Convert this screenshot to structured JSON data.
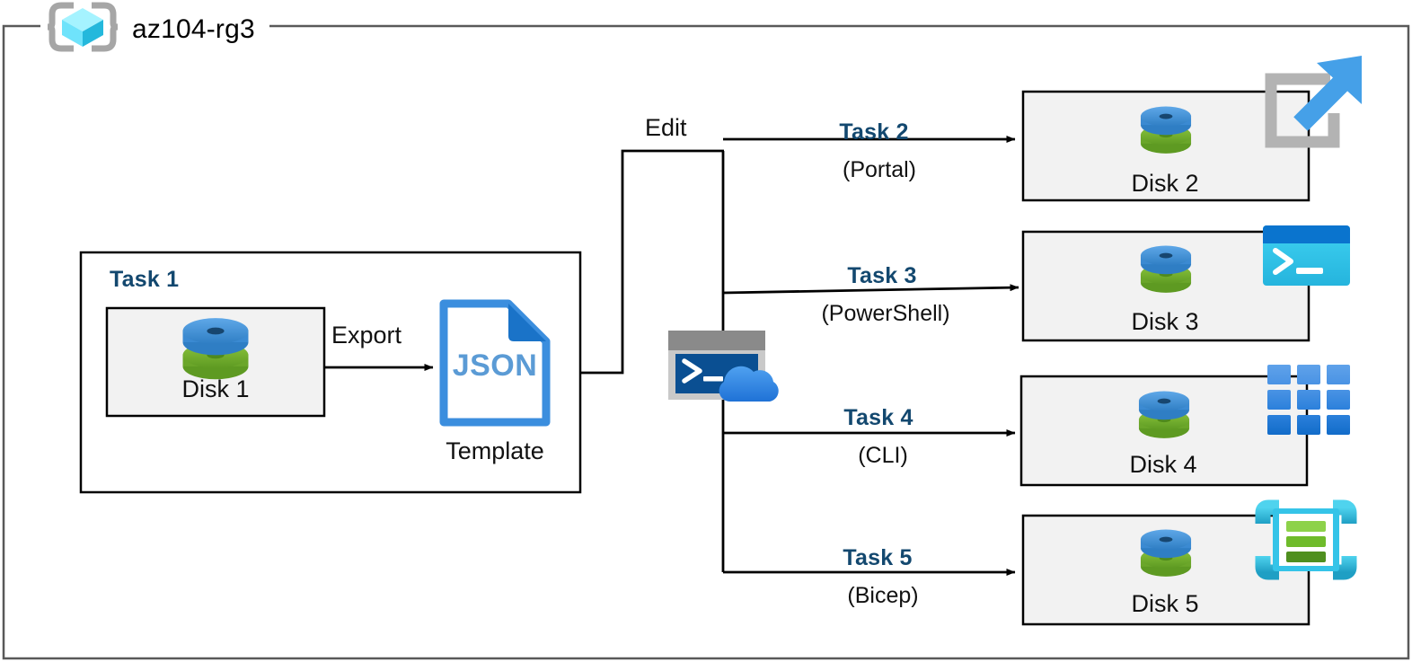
{
  "diagram": {
    "type": "azure-architecture-flow",
    "resource_group": {
      "name": "az104-rg3",
      "icon": "resource-group-cube-icon"
    },
    "task1": {
      "label": "Task 1",
      "disk": {
        "label": "Disk 1",
        "icon": "managed-disk-icon"
      },
      "edge_label": "Export",
      "template": {
        "file_type": "JSON",
        "caption": "Template",
        "icon": "json-file-icon"
      }
    },
    "edit": {
      "label": "Edit",
      "shell": {
        "icon": "cloud-shell-icon"
      }
    },
    "branches": [
      {
        "task": "Task 2",
        "tool": "(Portal)",
        "disk": "Disk 2",
        "tool_icon": "azure-portal-icon",
        "disk_icon": "managed-disk-icon"
      },
      {
        "task": "Task 3",
        "tool": "(PowerShell)",
        "disk": "Disk 3",
        "tool_icon": "powershell-icon",
        "disk_icon": "managed-disk-icon"
      },
      {
        "task": "Task 4",
        "tool": "(CLI)",
        "disk": "Disk 4",
        "tool_icon": "azure-cli-grid-icon",
        "disk_icon": "managed-disk-icon"
      },
      {
        "task": "Task 5",
        "tool": "(Bicep)",
        "disk": "Disk 5",
        "tool_icon": "bicep-icon",
        "disk_icon": "managed-disk-icon"
      }
    ],
    "colors": {
      "task_heading": "#13486f",
      "box_fill": "#f2f2f2",
      "box_stroke": "#000000",
      "outer_stroke": "#595959",
      "connector": "#000000",
      "disk_blue": "#3f8fd8",
      "disk_green": "#71ad3c",
      "json_blue": "#2e8bda",
      "portal_gray": "#b3b3b3",
      "portal_arrow": "#45a0e8",
      "powershell_title": "#0a74ce",
      "powershell_body": "#36c9ee",
      "cli_blue": "#1b7fe0",
      "bicep_cyan": "#3fc4e8",
      "bicep_green": "#76bc2d",
      "shell_frame": "#9a9a9a",
      "shell_body": "#0a4f92",
      "shell_cloud": "#2f8eea"
    }
  }
}
